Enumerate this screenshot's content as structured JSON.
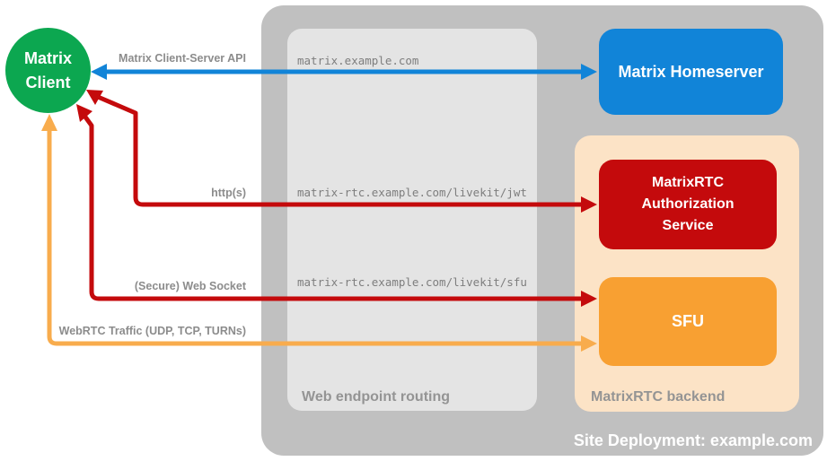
{
  "colors": {
    "client-green": "#0CA750",
    "homeserver-blue": "#1184D8",
    "auth-red": "#C40A0C",
    "sfu-orange": "#F8A032",
    "webrtc-orange": "#F8AC4D",
    "outer-gray": "#C0C0C0",
    "inner-gray": "#E4E4E4",
    "backend-peach": "#FCE3C6",
    "label-gray": "#8C8C8C",
    "mono-gray": "#7E7E7E",
    "section-gray": "#949494"
  },
  "nodes": {
    "matrix_client": {
      "label": "Matrix Client"
    },
    "matrix_homeserver": {
      "label": "Matrix Homeserver"
    },
    "matrixrtc_auth_service": {
      "label": "MatrixRTC Authorization Service"
    },
    "sfu": {
      "label": "SFU"
    }
  },
  "containers": {
    "site_deployment": {
      "label": "Site Deployment: example.com"
    },
    "web_endpoint_routing": {
      "label": "Web endpoint routing"
    },
    "matrixrtc_backend": {
      "label": "MatrixRTC backend"
    }
  },
  "edges": {
    "client_server_api": {
      "label": "Matrix Client-Server API",
      "route": "matrix.example.com"
    },
    "https": {
      "label": "http(s)",
      "route": "matrix-rtc.example.com/livekit/jwt"
    },
    "websocket": {
      "label": "(Secure) Web Socket",
      "route": "matrix-rtc.example.com/livekit/sfu"
    },
    "webrtc_traffic": {
      "label": "WebRTC Traffic (UDP, TCP, TURNs)"
    }
  }
}
